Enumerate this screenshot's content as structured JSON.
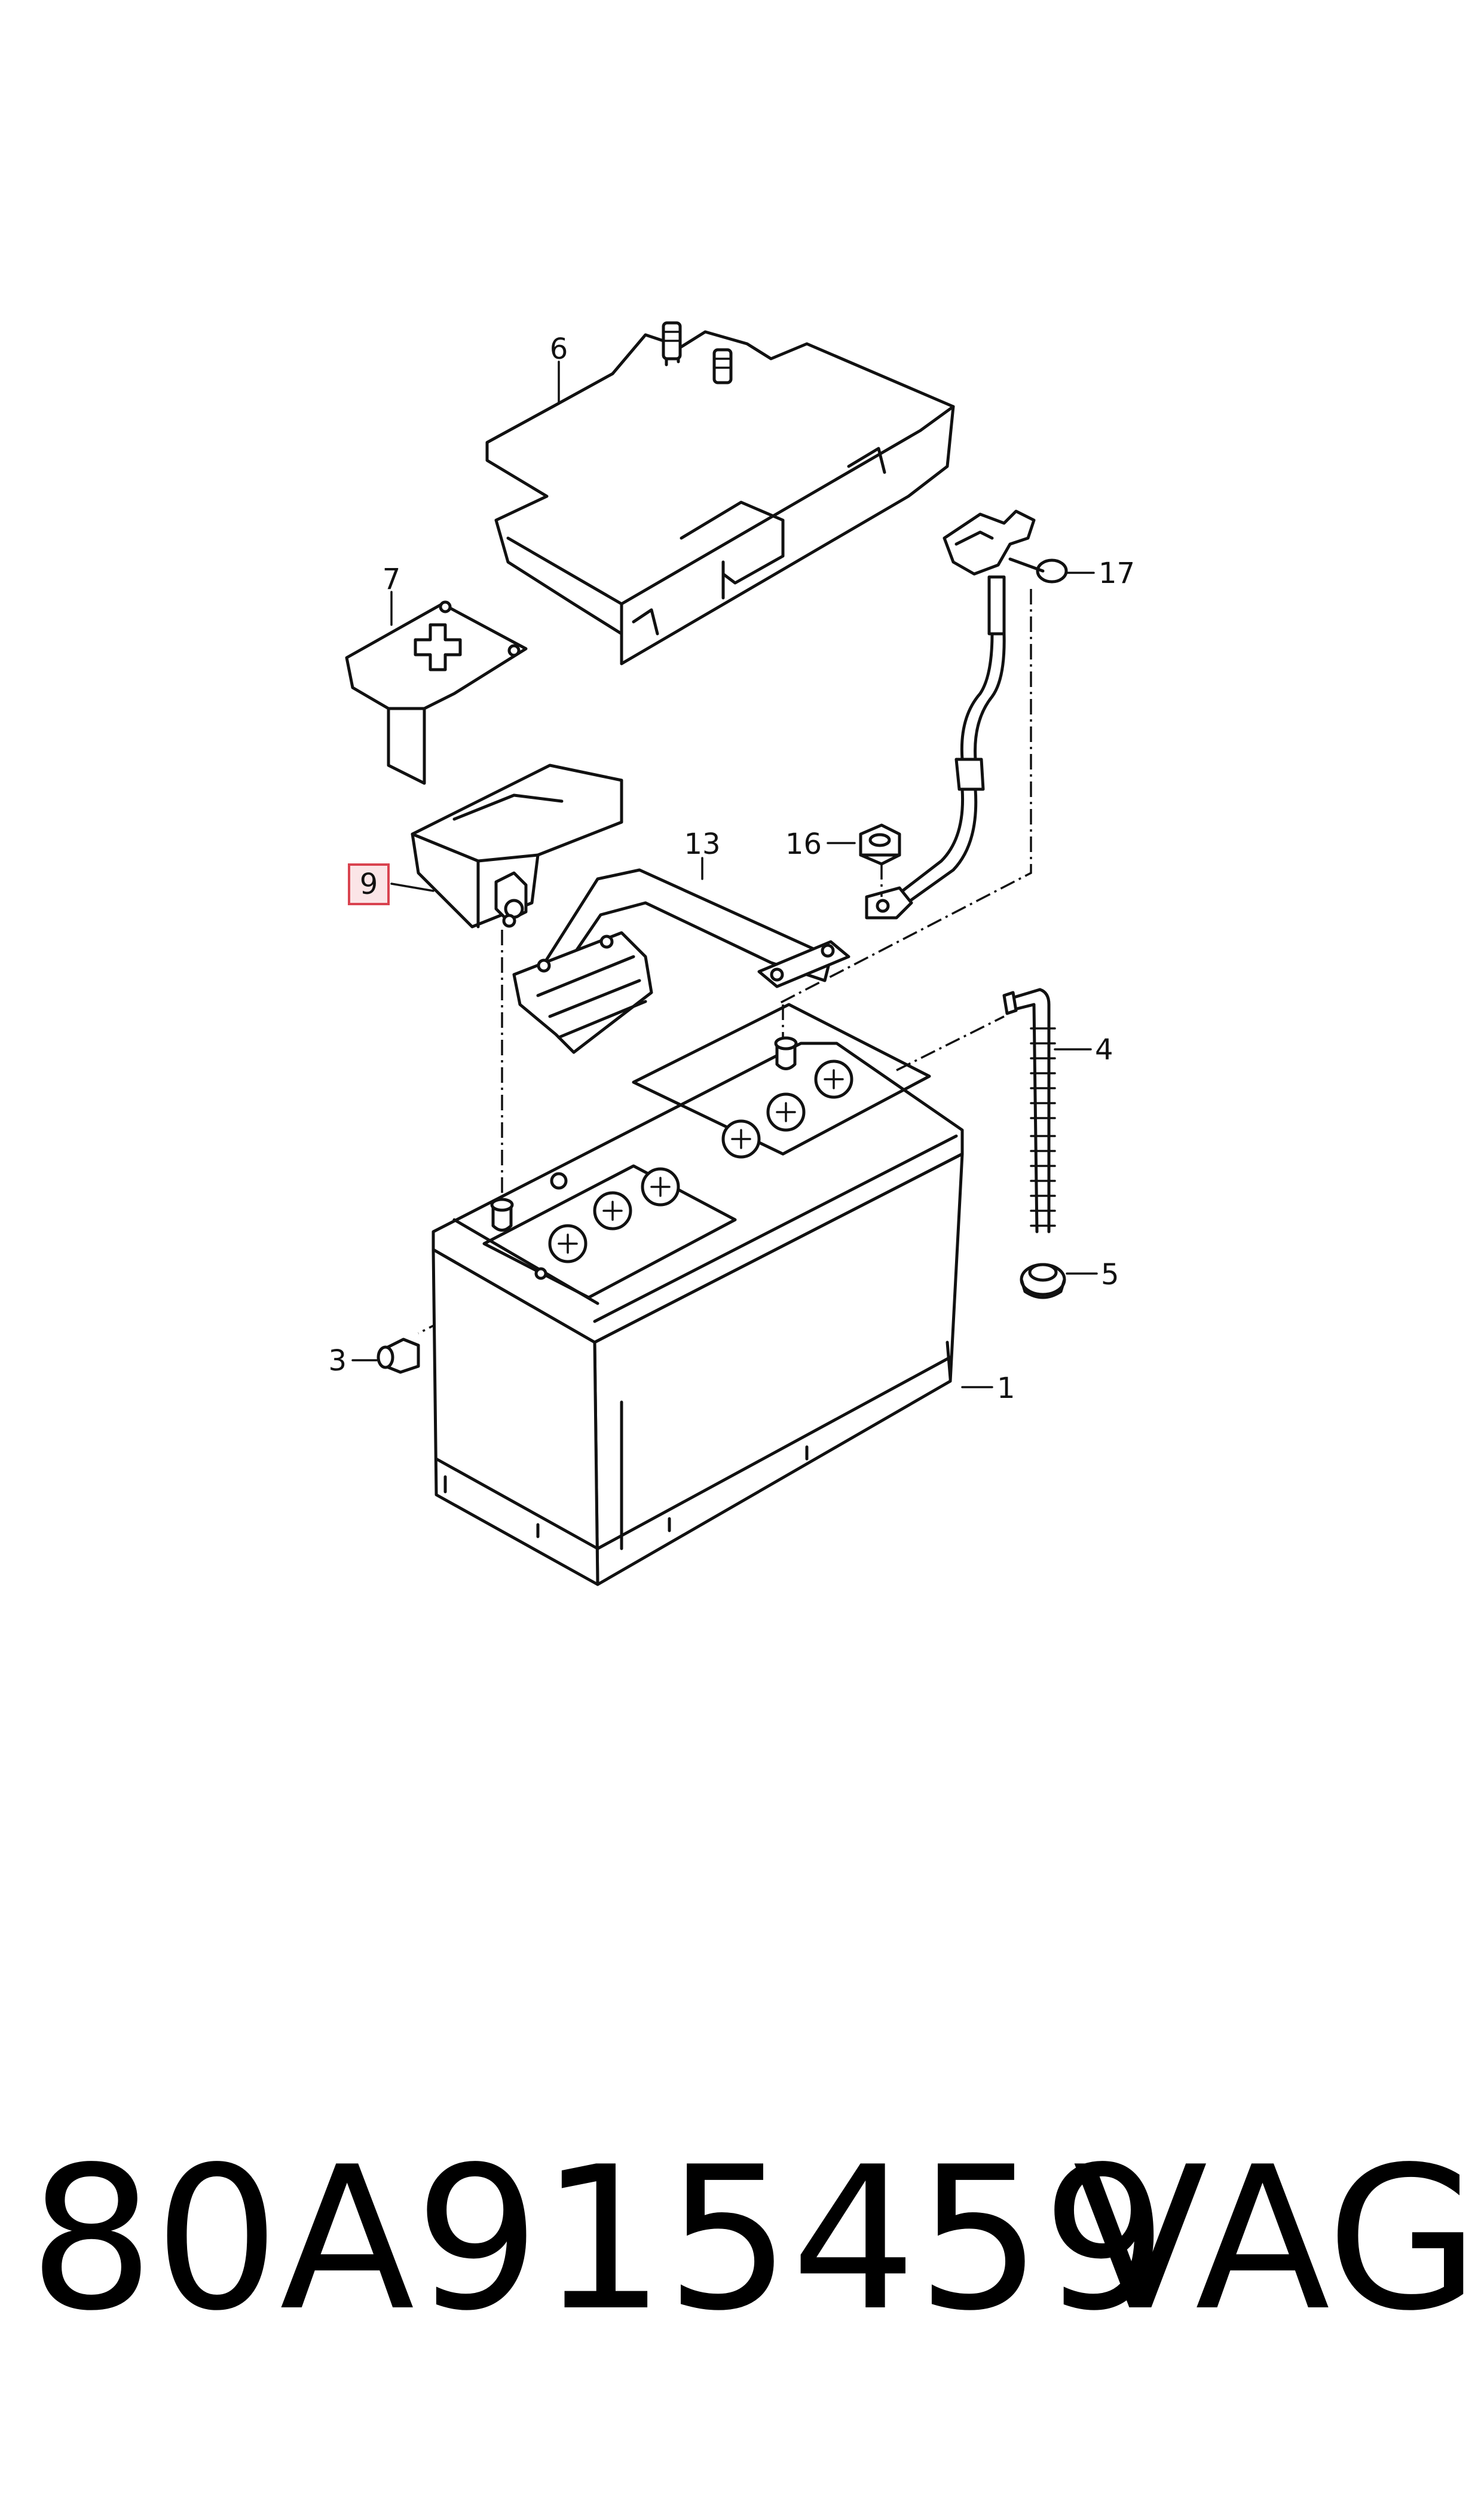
{
  "callouts": {
    "c1": "1",
    "c3": "3",
    "c4": "4",
    "c5": "5",
    "c6": "6",
    "c7": "7",
    "c9": "9",
    "c13": "13",
    "c16": "16",
    "c17": "17"
  },
  "highlighted_callout": "9",
  "highlight_color": "#d9434f",
  "footer": {
    "part_number": "80A915459",
    "brand": "VAG"
  }
}
